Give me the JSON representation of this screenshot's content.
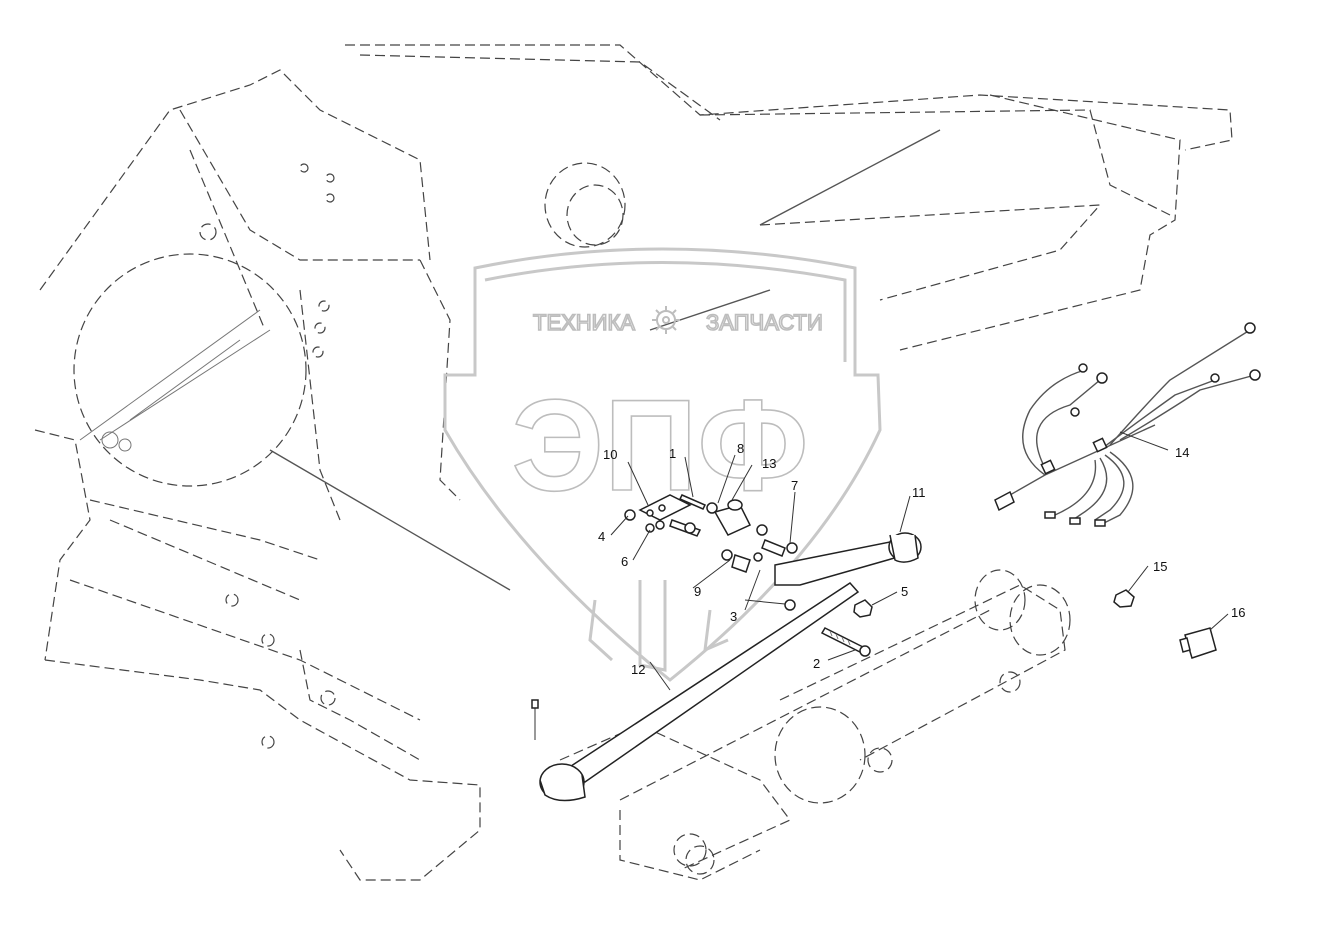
{
  "watermark": {
    "text_top_left": "ТЕХНИКА",
    "text_top_right": "ЗАПЧАСТИ",
    "logo_letters": "ЭПФ",
    "gear_icon": "gear-icon"
  },
  "callouts": [
    {
      "id": "c1",
      "label": "1"
    },
    {
      "id": "c2",
      "label": "2"
    },
    {
      "id": "c3",
      "label": "3"
    },
    {
      "id": "c4",
      "label": "4"
    },
    {
      "id": "c5",
      "label": "5"
    },
    {
      "id": "c6",
      "label": "6"
    },
    {
      "id": "c7",
      "label": "7"
    },
    {
      "id": "c8",
      "label": "8"
    },
    {
      "id": "c9",
      "label": "9"
    },
    {
      "id": "c10",
      "label": "10"
    },
    {
      "id": "c11",
      "label": "11"
    },
    {
      "id": "c12",
      "label": "12"
    },
    {
      "id": "c13",
      "label": "13"
    },
    {
      "id": "c14",
      "label": "14"
    },
    {
      "id": "c15",
      "label": "15"
    },
    {
      "id": "c16",
      "label": "16"
    }
  ]
}
